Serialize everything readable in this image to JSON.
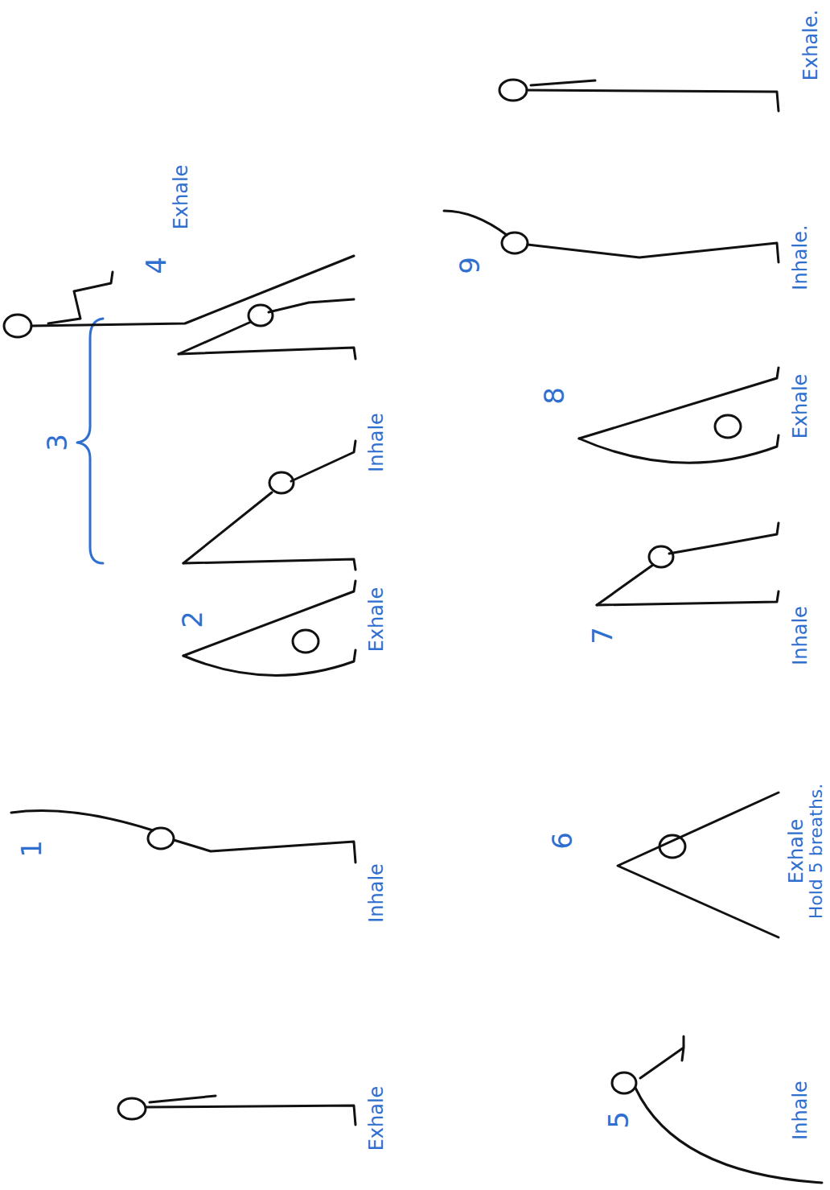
{
  "diagram": {
    "labels": [
      "Exhale",
      "1",
      "Inhale",
      "2",
      "Exhale",
      "3",
      "Inhale",
      "4",
      "Exhale",
      "5",
      "Inhale",
      "6",
      "Exhale",
      "Hold 5 breaths.",
      "7",
      "Inhale",
      "8",
      "Exhale",
      "9",
      "Inhale.",
      "Exhale."
    ]
  }
}
